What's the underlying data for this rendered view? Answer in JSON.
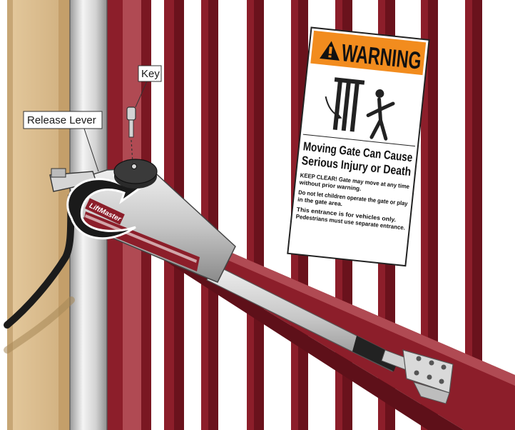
{
  "labels": {
    "key": "Key",
    "release_lever": "Release Lever"
  },
  "sign": {
    "header": "WARNING",
    "title_line1": "Moving Gate Can Cause",
    "title_line2": "Serious Injury or Death",
    "body_lines": [
      "KEEP CLEAR! Gate may move at any time",
      "without prior warning.",
      "Do not let children operate the gate or play",
      "in the gate area.",
      "This entrance is for vehicles only.",
      "Pedestrians must use separate entrance."
    ]
  },
  "operator": {
    "brand": "LiftMaster"
  },
  "colors": {
    "gate": "#8c1e2a",
    "gate_shadow": "#5e1019",
    "gate_highlight": "#b04a53",
    "post": "#cfcfcf",
    "wall": "#ddbf91",
    "warning_orange": "#f28c1e",
    "arm": "#9a9a9a"
  }
}
